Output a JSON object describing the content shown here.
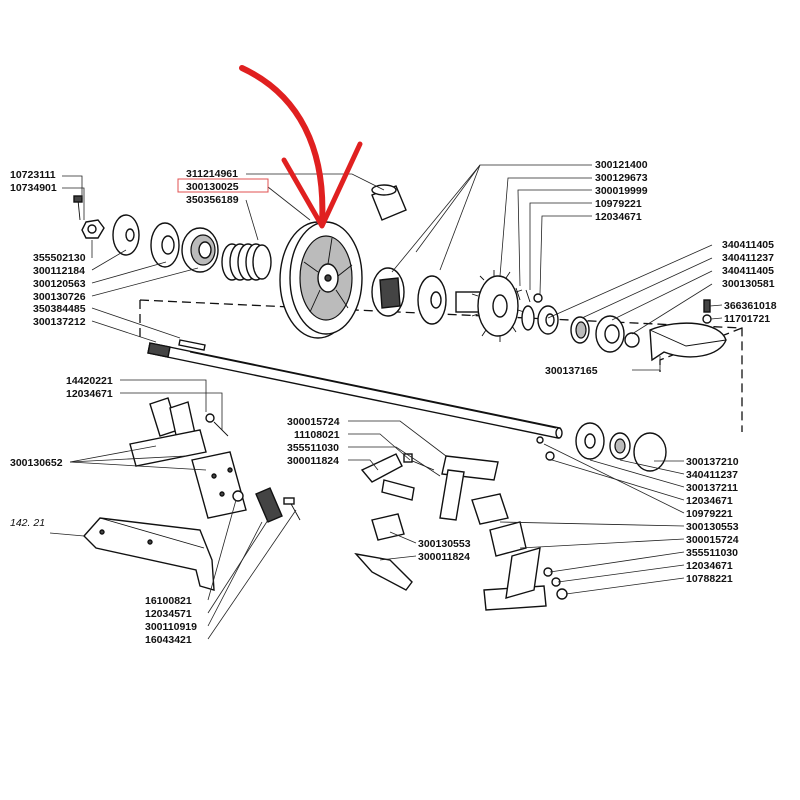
{
  "labels": {
    "l_10723111": "10723111",
    "l_10734901": "10734901",
    "l_311214961": "311214961",
    "l_300130025": "300130025",
    "l_350356189": "350356189",
    "l_355502130": "355502130",
    "l_300112184": "300112184",
    "l_300120563": "300120563",
    "l_300130726": "300130726",
    "l_350384485": "350384485",
    "l_300137212": "300137212",
    "l_300121400": "300121400",
    "l_300129673": "300129673",
    "l_300019999": "300019999",
    "l_10979221a": "10979221",
    "l_12034671a": "12034671",
    "l_340411405a": "340411405",
    "l_340411237a": "340411237",
    "l_340411405b": "340411405",
    "l_300130581": "300130581",
    "l_366361018": "366361018",
    "l_11701721": "11701721",
    "l_300137165": "300137165",
    "l_14420221": "14420221",
    "l_12034671b": "12034671",
    "l_300130652": "300130652",
    "l_300015724a": "300015724",
    "l_11108021": "11108021",
    "l_355511030a": "355511030",
    "l_300011824a": "300011824",
    "l_300137210": "300137210",
    "l_340411237b": "340411237",
    "l_300137211": "300137211",
    "l_12034671c": "12034671",
    "l_10979221b": "10979221",
    "l_300130553a": "300130553",
    "l_300015724b": "300015724",
    "l_355511030b": "355511030",
    "l_12034671d": "12034671",
    "l_10788221": "10788221",
    "l_300130553b": "300130553",
    "l_300011824b": "300011824",
    "l_142_21": "142. 21",
    "l_16100821": "16100821",
    "l_12034571": "12034571",
    "l_300110919": "300110919",
    "l_16043421": "16043421"
  },
  "colors": {
    "arrow": "#e02020",
    "highlight_box": "#e05050"
  }
}
